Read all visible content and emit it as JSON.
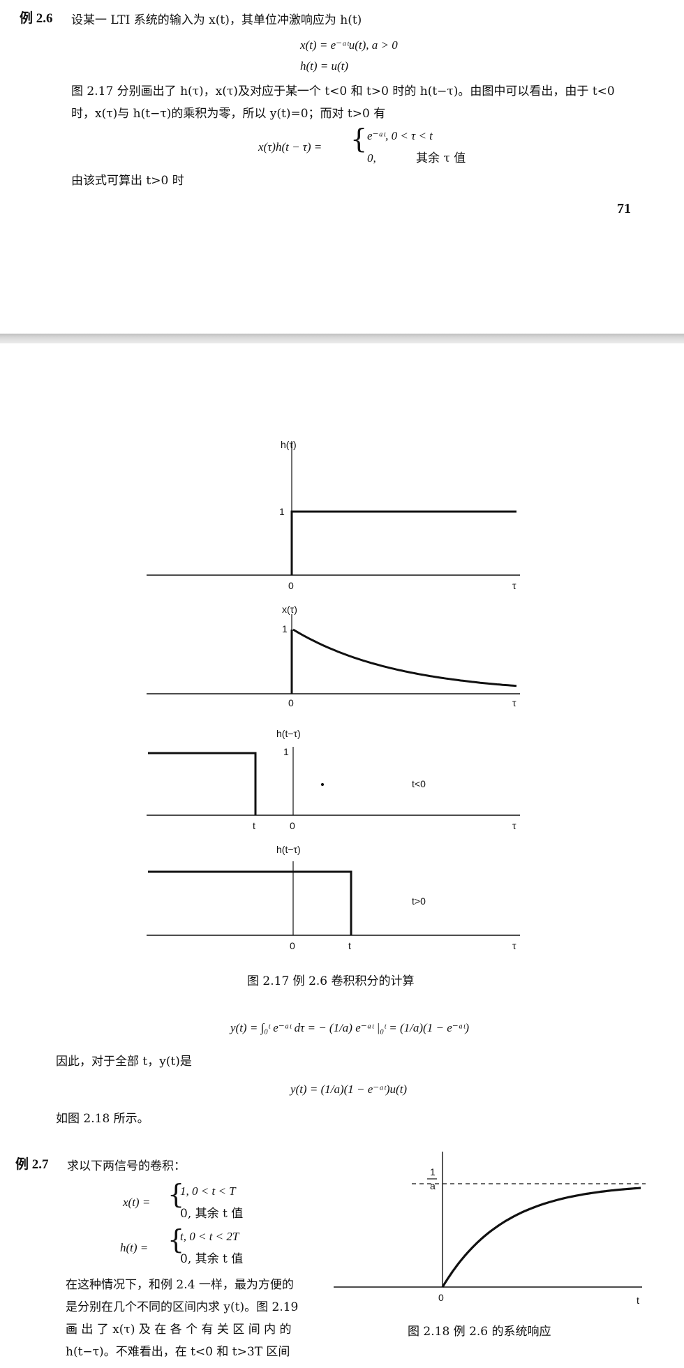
{
  "page_top": {
    "example_26_label": "例 2.6",
    "example_26_text": "设某一 LTI 系统的输入为 x(t)，其单位冲激响应为 h(t)",
    "eq_x": "x(t) = e⁻ᵃᵗu(t), a > 0",
    "eq_h": "h(t) = u(t)",
    "para1_line1": "图 2.17 分别画出了 h(τ)，x(τ)及对应于某一个 t<0 和 t>0 时的 h(t−τ)。由图中可以看出，由于 t<0",
    "para1_line2": "时，x(τ)与 h(t−τ)的乘积为零，所以 y(t)=0；而对 t>0 有",
    "product_lhs": "x(τ)h(t − τ) =",
    "product_case1": "e⁻ᵃᵗ, 0 < τ < t",
    "product_case2_val": "0,",
    "product_case2_cond": "其余 τ 值",
    "para2": "由该式可算出 t>0 时",
    "page_number": "71"
  },
  "figure_217": {
    "caption": "图 2.17   例 2.6 卷积积分的计算",
    "panels": [
      {
        "ylabel": "h(τ)",
        "level": "1",
        "origin": "0",
        "axis": "τ"
      },
      {
        "ylabel": "x(τ)",
        "level": "1",
        "origin": "0",
        "axis": "τ"
      },
      {
        "ylabel": "h(t−τ)",
        "level": "1",
        "origin": "0",
        "shift": "t",
        "axis": "τ",
        "note": "t<0"
      },
      {
        "ylabel": "h(t−τ)",
        "origin": "0",
        "shift": "t",
        "axis": "τ",
        "note": "t>0"
      }
    ]
  },
  "page_bottom": {
    "eq_y_integral": "y(t) = ∫₀ᵗ e⁻ᵃᵗ dτ = − (1/a) e⁻ᵃᵗ |₀ᵗ = (1/a)(1 − e⁻ᵃᵗ)",
    "text_therefore": "因此，对于全部 t，y(t)是",
    "eq_y_final": "y(t) = (1/a)(1 − e⁻ᵃᵗ)u(t)",
    "text_as_fig": "如图 2.18 所示。",
    "example_27_label": "例 2.7",
    "example_27_text": "求以下两信号的卷积：",
    "x27_lhs": "x(t) =",
    "x27_case1": "1, 0 < t < T",
    "x27_case2": "0, 其余 t 值",
    "h27_lhs": "h(t) =",
    "h27_case1": "t, 0 < t < 2T",
    "h27_case2": "0, 其余 t 值",
    "para27_line1": "在这种情况下，和例 2.4 一样，最为方便的",
    "para27_line2": "是分别在几个不同的区间内求 y(t)。图 2.19",
    "para27_line3": "画 出 了 x(τ) 及 在 各 个 有 关 区 间 内 的",
    "para27_line4": "h(t−τ)。不难看出，在 t<0 和 t>3T 区间"
  },
  "figure_218": {
    "caption": "图 2.18   例 2.6 的系统响应",
    "ylabel_num": "1",
    "ylabel_den": "a",
    "origin": "0",
    "axis": "t"
  }
}
